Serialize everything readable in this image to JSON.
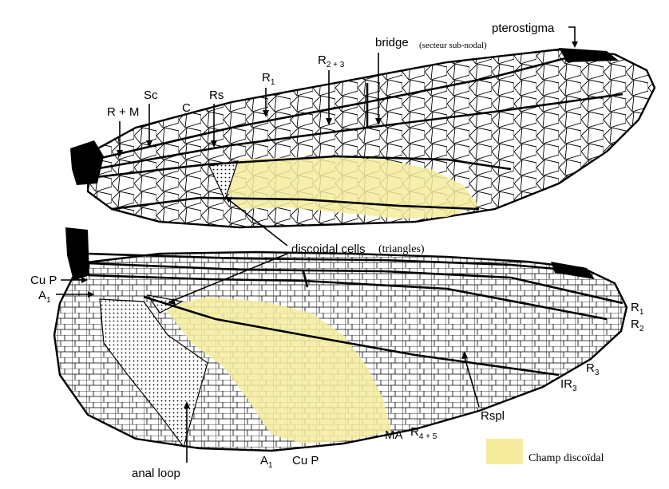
{
  "labels": {
    "pterostigma": "pterostigma",
    "bridge": "bridge",
    "bridge_note": "(secteur sub-nodal)",
    "r_plus_m": "R + M",
    "sc": "Sc",
    "c": "C",
    "rs": "Rs",
    "r1_top_base": "R",
    "r1_top_sub": "1",
    "r23_base": "R",
    "r23_sub": "2 + 3",
    "discoidal": "discoidal cells",
    "discoidal_note": "(triangles)",
    "cup_left": "Cu P",
    "a1_left_base": "A",
    "a1_left_sub": "1",
    "r1_right_base": "R",
    "r1_right_sub": "1",
    "r2_right_base": "R",
    "r2_right_sub": "2",
    "r3_base": "R",
    "r3_sub": "3",
    "ir3_base": "IR",
    "ir3_sub": "3",
    "rspl": "Rspl",
    "ma": "MA",
    "r45_base": "R",
    "r45_sub": "4 + 5",
    "a1_bottom_base": "A",
    "a1_bottom_sub": "1",
    "cup_bottom": "Cu P",
    "anal_loop": "anal loop",
    "legend": "Champ discoïdal"
  },
  "colors": {
    "highlight": "#f5ec9e",
    "ink": "#000000"
  }
}
